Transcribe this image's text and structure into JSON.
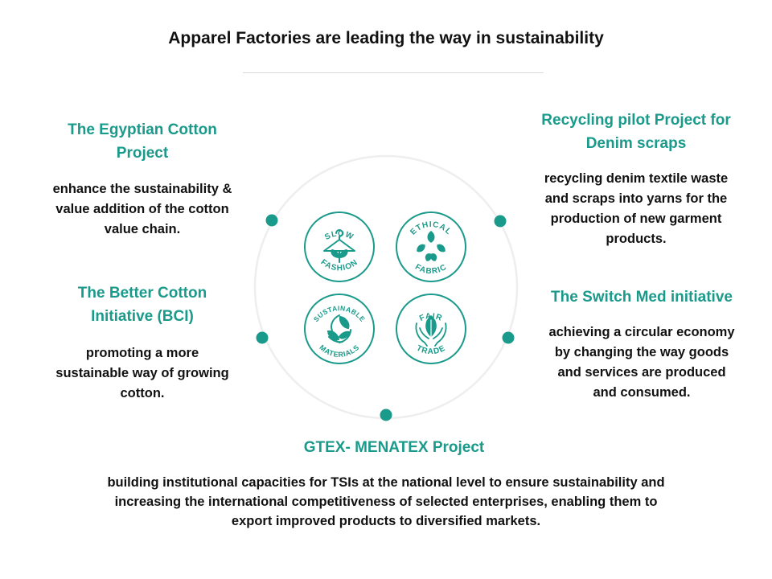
{
  "title": "Apparel Factories are leading the way in sustainability",
  "colors": {
    "accent": "#1a9a8a",
    "text": "#111111",
    "ring": "#eeeeee"
  },
  "initiatives": {
    "egyptian_cotton": {
      "heading_line1": "The Egyptian Cotton",
      "heading_line2": "Project",
      "desc_line1": "enhance the sustainability &",
      "desc_line2": "value addition of the cotton",
      "desc_line3": "value chain."
    },
    "better_cotton": {
      "heading_line1": "The Better Cotton",
      "heading_line2": "Initiative (BCI)",
      "desc_line1": "promoting a more",
      "desc_line2": "sustainable way of growing",
      "desc_line3": "cotton."
    },
    "recycling": {
      "heading_line1": "Recycling pilot Project for",
      "heading_line2": "Denim scraps",
      "desc_line1": "recycling denim textile waste",
      "desc_line2": "and scraps into yarns for the",
      "desc_line3": "production of new garment",
      "desc_line4": "products."
    },
    "switch_med": {
      "heading": "The Switch Med initiative",
      "desc_line1": "achieving a circular economy",
      "desc_line2": "by changing the way goods",
      "desc_line3": "and services are produced",
      "desc_line4": "and consumed."
    },
    "gtex": {
      "heading": "GTEX- MENATEX Project",
      "desc_line1": "building institutional capacities for TSIs at the national level to ensure sustainability and",
      "desc_line2": "increasing the international competitiveness of selected enterprises, enabling them to",
      "desc_line3": "export improved products to diversified markets."
    }
  },
  "emblems": {
    "slow_fashion": {
      "icon": "hanger-with-leaves-icon",
      "top": "SLOW",
      "bottom": "FASHION"
    },
    "ethical_fabric": {
      "icon": "leaf-cycle-icon",
      "top": "ETHICAL",
      "bottom": "FABRIC"
    },
    "sustainable_materials": {
      "icon": "recycle-leaves-icon",
      "top": "SUSTAINABLE",
      "bottom": "MATERIALS"
    },
    "fair_trade": {
      "icon": "hands-holding-leaf-icon",
      "top": "FAIR",
      "bottom": "TRADE"
    }
  }
}
